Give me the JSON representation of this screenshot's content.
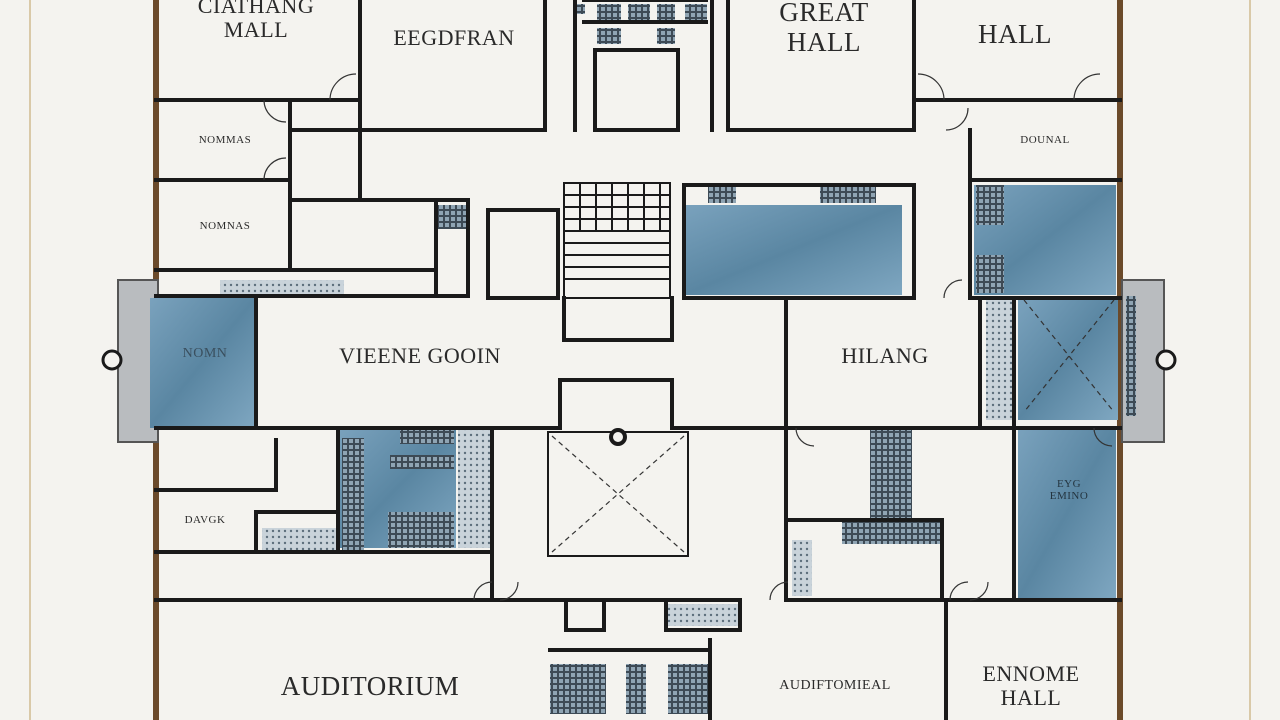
{
  "rooms": {
    "top_left_1": "CIATHANG\nMALL",
    "top_left_2": "EEGDFRAN",
    "great_hall": "GREAT\nHALL",
    "hall_top_right": "HALL",
    "small_left_1": "NOMMAS",
    "small_left_2": "NOMNAS",
    "small_right": "DOUNAL",
    "west_wing": "NOMN",
    "central_room": "VIEENE GOOIN",
    "east_room": "HILANG",
    "east_wing": "EYG\nEMINO",
    "small_left_3": "DAVGK",
    "auditorium": "AUDITORIUM",
    "auditorium_2": "AUDIFTOMIEAL",
    "bottom_right_hall": "ENNOME\nHALL"
  },
  "colors": {
    "paper": "#f4f3ef",
    "wall": "#1a1a1a",
    "water_blue": "#5f8aa5",
    "water_blue_light": "#8fb2c8",
    "border_line": "#d9c9a8",
    "outer_wall_brown": "#6b4a2a"
  }
}
